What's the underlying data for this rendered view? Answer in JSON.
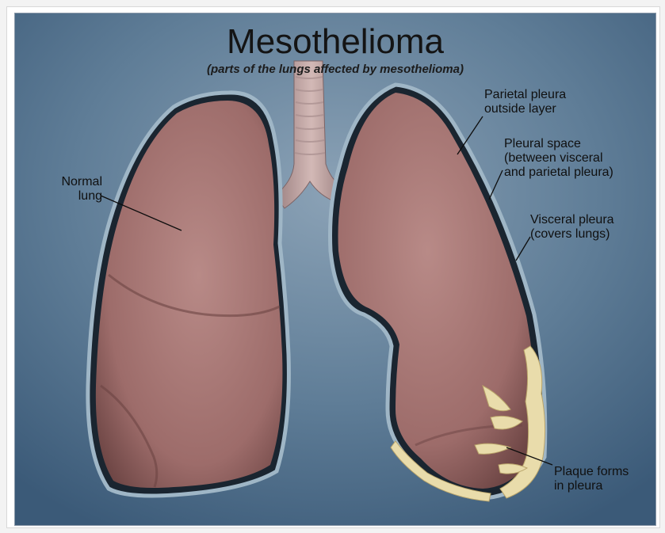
{
  "diagram": {
    "title": "Mesothelioma",
    "subtitle": "(parts of the lungs affected by mesothelioma)",
    "labels": {
      "normal_lung": "Normal\nlung",
      "parietal_pleura": "Parietal pleura\noutside layer",
      "pleural_space": "Pleural space\n(between visceral\nand parietal pleura)",
      "visceral_pleura": "Visceral pleura\n(covers lungs)",
      "plaque": "Plaque forms\nin pleura"
    }
  },
  "colors": {
    "background_top": "#6f8aa0",
    "background_bottom": "#3f5f7d",
    "lung_fill": "#a97876",
    "pleura_outline": "#98b3c4",
    "plaque": "#e8dba8"
  }
}
